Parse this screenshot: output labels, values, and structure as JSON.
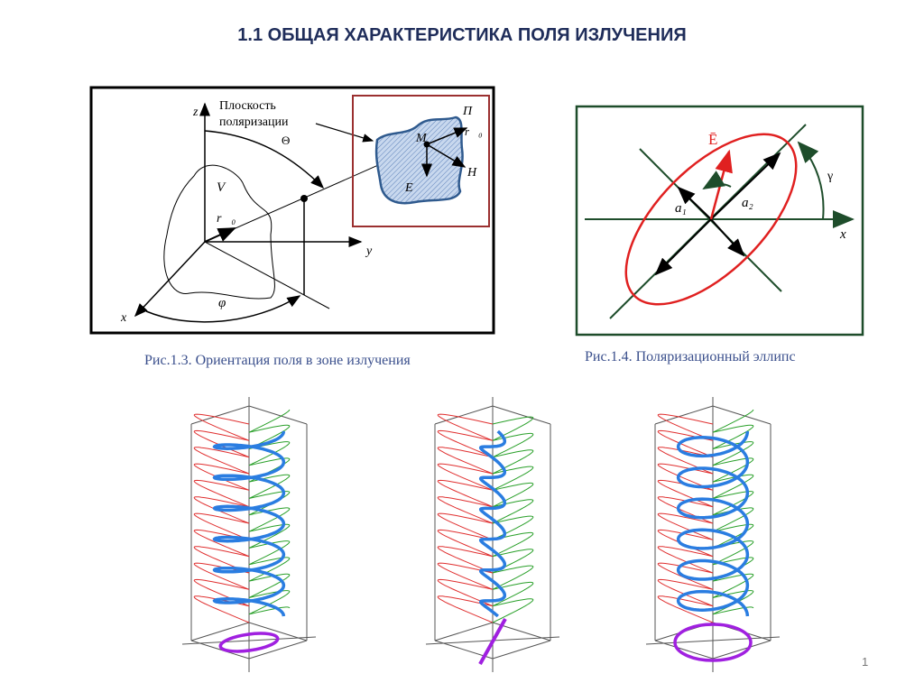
{
  "title": "1.1 ОБЩАЯ ХАРАКТЕРИСТИКА ПОЛЯ ИЗЛУЧЕНИЯ",
  "figure1": {
    "caption": "Рис.1.3. Ориентация поля в зоне излучения",
    "plane_label_line1": "Плоскость",
    "plane_label_line2": "поляризации",
    "axis_z": "z",
    "axis_y": "y",
    "axis_x": "x",
    "theta": "Θ",
    "phi": "φ",
    "volume": "V",
    "r0": "r⃗₀",
    "point_m": "M",
    "pi": "Π⃗",
    "r0_small": "r⃗₀",
    "h": "H⃗",
    "e": "E⃗"
  },
  "figure2": {
    "caption": "Рис.1.4. Поляризационный эллипс",
    "e_label": "Ē",
    "a1": "a₁",
    "a2": "a₂",
    "gamma": "γ",
    "axis_x": "x"
  },
  "page_number": "1",
  "colors": {
    "title": "#1f2d5a",
    "caption": "#3a4f8c",
    "ellipse": "#e02020",
    "axes_green": "#1e4d2b",
    "helix_blue": "#2a7de1",
    "red_wave": "#e03030",
    "green_wave": "#2aa02a",
    "purple": "#a020e0",
    "frame_red": "#9b3030"
  }
}
